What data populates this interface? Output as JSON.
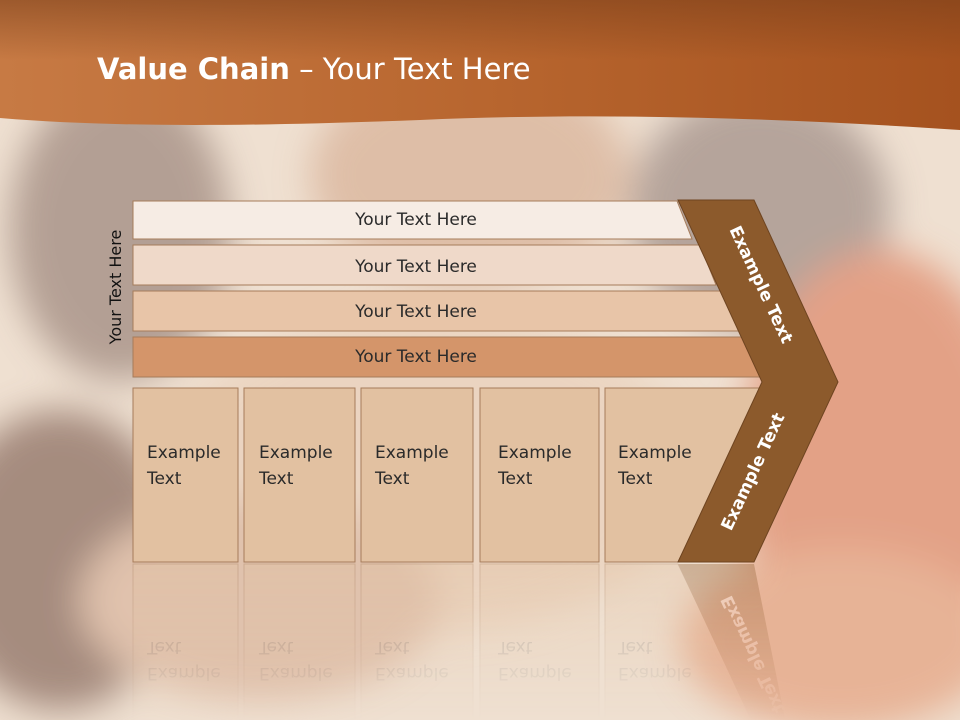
{
  "slide": {
    "title_bold": "Value Chain",
    "title_rest": " – Your Text Here",
    "side_label": "Your Text Here",
    "bars": [
      {
        "label": "Your Text Here"
      },
      {
        "label": "Your Text Here"
      },
      {
        "label": "Your Text Here"
      },
      {
        "label": "Your Text Here"
      }
    ],
    "cells": [
      {
        "line1": "Example",
        "line2": "Text"
      },
      {
        "line1": "Example",
        "line2": "Text"
      },
      {
        "line1": "Example",
        "line2": "Text"
      },
      {
        "line1": "Example",
        "line2": "Text"
      },
      {
        "line1": "Example",
        "line2": "Text"
      }
    ],
    "arrow_top_label": "Example Text",
    "arrow_bottom_label": "Example Text"
  },
  "colors": {
    "header": "#b5632c",
    "arrow": "#8c5a2c",
    "bar_shades": [
      "#f6ece4",
      "#efd9c9",
      "#e8c5a8",
      "#d4956a"
    ],
    "cell": "#e2c1a1"
  }
}
